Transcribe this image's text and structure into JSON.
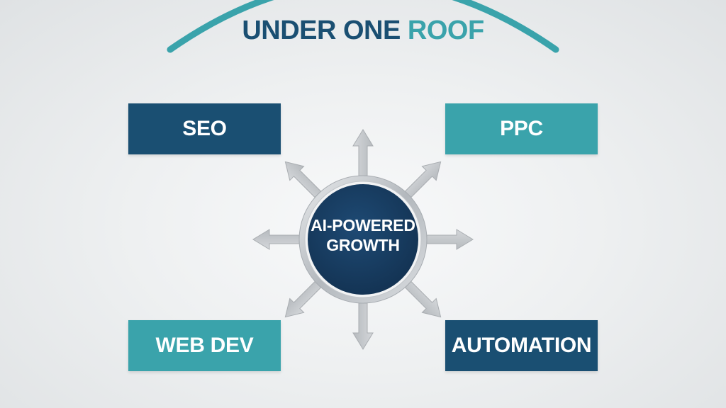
{
  "title": {
    "part1": "UNDER ONE ",
    "part2": "ROOF"
  },
  "center": {
    "line1": "AI-POWERED",
    "line2": "GROWTH"
  },
  "boxes": {
    "seo": "SEO",
    "ppc": "PPC",
    "web_dev": "WEB DEV",
    "automation": "AUTOMATION"
  },
  "colors": {
    "dark_blue": "#1a4f72",
    "teal": "#3aa3ab",
    "hub_fill": "#163a5e",
    "arrow": "#c4c7ca",
    "ring": "#b9bdc1"
  }
}
